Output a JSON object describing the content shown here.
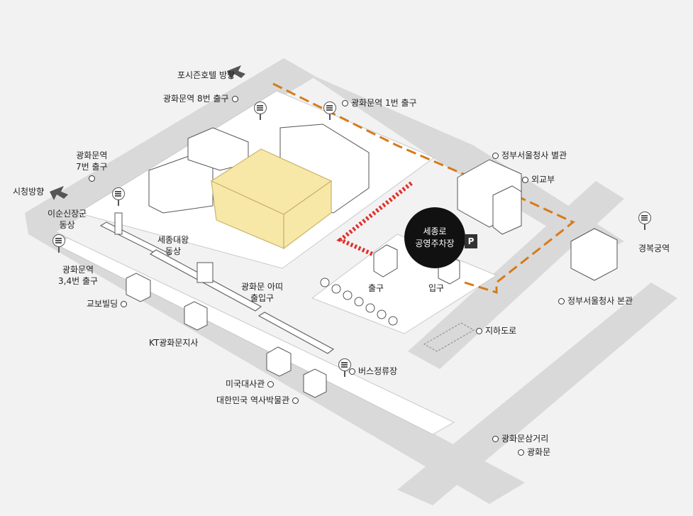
{
  "labels": {
    "fourseasons": "포시즌호텔 방향",
    "exit8": "광화문역 8번 출구",
    "exit1": "광화문역 1번 출구",
    "exit7_line1": "광화문역",
    "exit7_line2": "7번 출구",
    "cityhall": "시청방향",
    "yisunsin_line1": "이순신장군",
    "yisunsin_line2": "동상",
    "exit34_line1": "광화문역",
    "exit34_line2": "3,4번 출구",
    "sejong_statue_line1": "세종대왕",
    "sejong_statue_line2": "동상",
    "kyobo": "교보빌딩",
    "kt": "KT광화문지사",
    "us_embassy": "미국대사관",
    "museum": "대한민국 역사박물관",
    "arcade_line1": "광화문 아띠",
    "arcade_line2": "출입구",
    "parking_line1": "세종로",
    "parking_line2": "공영주차장",
    "exit_parking": "출구",
    "entrance_parking": "입구",
    "annex": "정부서울청사 별관",
    "mofa": "외교부",
    "gyeongbok": "경복궁역",
    "main_complex": "정부서울청사 본관",
    "underpass": "지하도로",
    "bus_stop": "버스정류장",
    "intersection": "광화문삼거리",
    "gwanghwamun": "광화문",
    "parking_symbol": "P"
  },
  "colors": {
    "road": "#d9d9d9",
    "ground": "#ffffff",
    "highlight": "#f7e8a8",
    "route_orange": "#d77a1a",
    "route_red": "#e0302a"
  }
}
